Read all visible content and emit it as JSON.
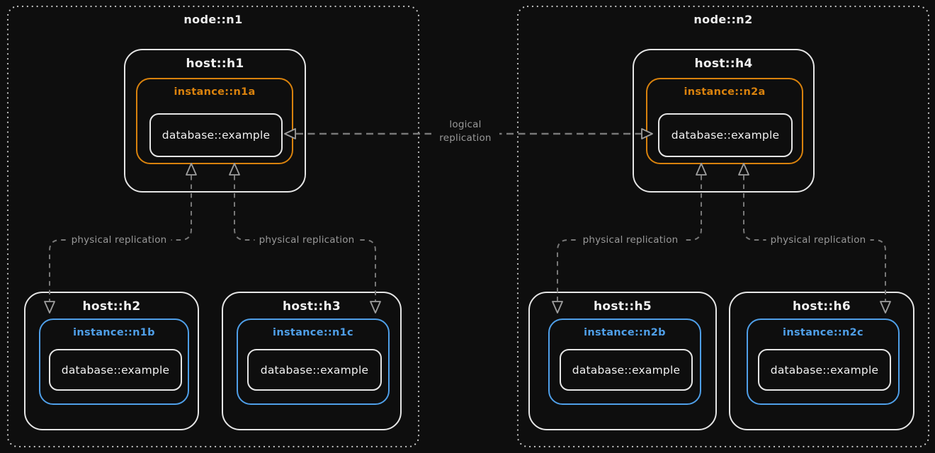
{
  "nodes": [
    {
      "label": "node::n1",
      "hosts": [
        {
          "label": "host::h1",
          "instance": {
            "label": "instance::n1a",
            "accent_color": "#d9820d",
            "database": {
              "label": "database::example"
            }
          }
        },
        {
          "label": "host::h2",
          "instance": {
            "label": "instance::n1b",
            "accent_color": "#4f9fe8",
            "database": {
              "label": "database::example"
            }
          }
        },
        {
          "label": "host::h3",
          "instance": {
            "label": "instance::n1c",
            "accent_color": "#4f9fe8",
            "database": {
              "label": "database::example"
            }
          }
        }
      ]
    },
    {
      "label": "node::n2",
      "hosts": [
        {
          "label": "host::h4",
          "instance": {
            "label": "instance::n2a",
            "accent_color": "#d9820d",
            "database": {
              "label": "database::example"
            }
          }
        },
        {
          "label": "host::h5",
          "instance": {
            "label": "instance::n2b",
            "accent_color": "#4f9fe8",
            "database": {
              "label": "database::example"
            }
          }
        },
        {
          "label": "host::h6",
          "instance": {
            "label": "instance::n2c",
            "accent_color": "#4f9fe8",
            "database": {
              "label": "database::example"
            }
          }
        }
      ]
    }
  ],
  "edges": {
    "logical_label": "logical replication",
    "physical_label": "physical replication"
  },
  "colors": {
    "background": "#0e0e0e",
    "box_border": "#e5e5e5",
    "node_dotted_border": "#c2c2c2",
    "primary_instance_accent": "#d9820d",
    "replica_instance_accent": "#4f9fe8",
    "edge_line": "#787878",
    "edge_label_text": "#999999",
    "text": "#f2f2f2"
  }
}
